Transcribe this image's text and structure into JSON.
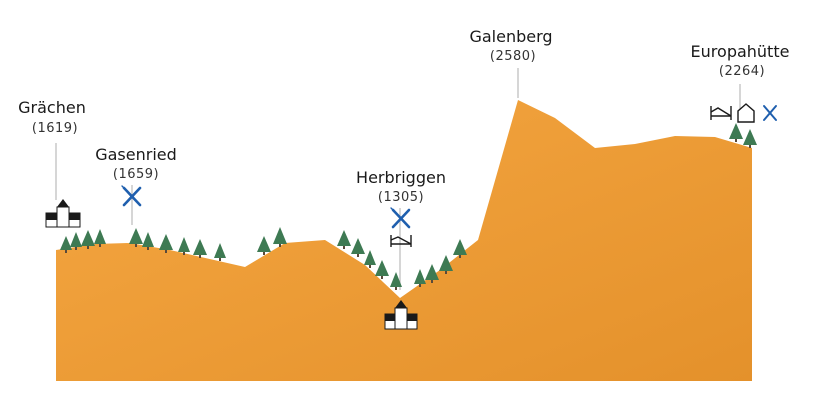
{
  "colors": {
    "terrain_top": "#f5a742",
    "terrain_bottom": "#e8952e",
    "tree": "#3e7a53",
    "tree_trunk": "#5a4a3a",
    "service_icon": "#1f5fae",
    "building": "#1a1a1a",
    "leader_line": "#bbbbbb"
  },
  "places": {
    "graechen": {
      "name": "Grächen",
      "altitude": "(1619)"
    },
    "gasenried": {
      "name": "Gasenried",
      "altitude": "(1659)"
    },
    "herbriggen": {
      "name": "Herbriggen",
      "altitude": "(1305)"
    },
    "galenberg": {
      "name": "Galenberg",
      "altitude": "(2580)"
    },
    "europahuette": {
      "name": "Europahütte",
      "altitude": "(2264)"
    }
  },
  "icons": {
    "village": "village-icon",
    "restaurant": "fork-knife-icon",
    "bed": "bed-icon",
    "hut": "hut-icon",
    "tree": "tree-icon"
  }
}
